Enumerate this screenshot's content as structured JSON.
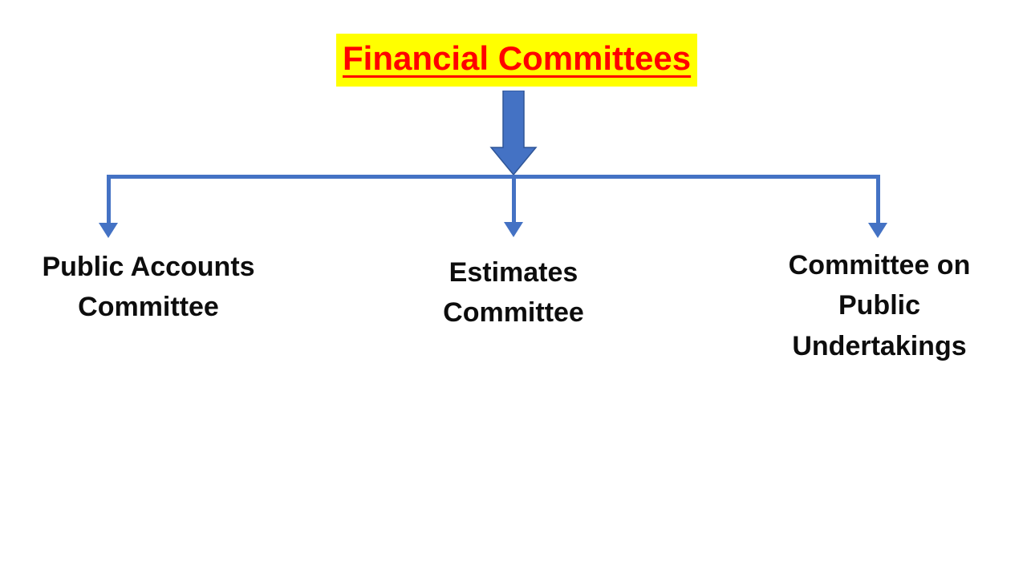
{
  "slide": {
    "title": "Financial Committees",
    "branches": [
      {
        "id": "public-accounts-committee",
        "label": "Public Accounts Committee"
      },
      {
        "id": "estimates-committee",
        "label": "Estimates Committee"
      },
      {
        "id": "committee-on-public-undertakings",
        "label": "Committee on Public Undertakings"
      }
    ],
    "icons": [
      {
        "name": "big-down-arrow-icon",
        "shape": "block-arrow-down"
      },
      {
        "name": "branch-arrowhead-icon",
        "shape": "triangle-down"
      }
    ],
    "colors": {
      "connector_blue": "#4472C4",
      "arrow_border": "#2F5597",
      "title_text": "#FF0000",
      "title_highlight": "#FFFF00",
      "label_text": "#0D0D0D",
      "background": "#FFFFFF"
    }
  }
}
